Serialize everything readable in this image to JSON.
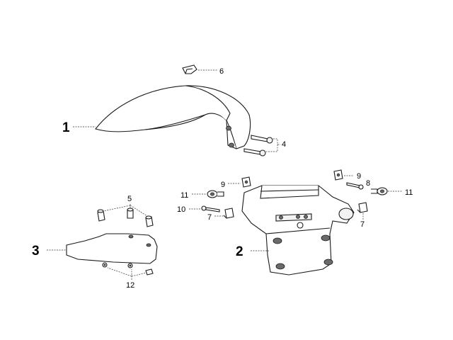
{
  "callouts": {
    "c1": "1",
    "c2": "2",
    "c3": "3",
    "c4": "4",
    "c5": "5",
    "c6": "6",
    "c7a": "7",
    "c7b": "7",
    "c8": "8",
    "c9a": "9",
    "c9b": "9",
    "c10": "10",
    "c11a": "11",
    "c11b": "11",
    "c12": "12"
  }
}
